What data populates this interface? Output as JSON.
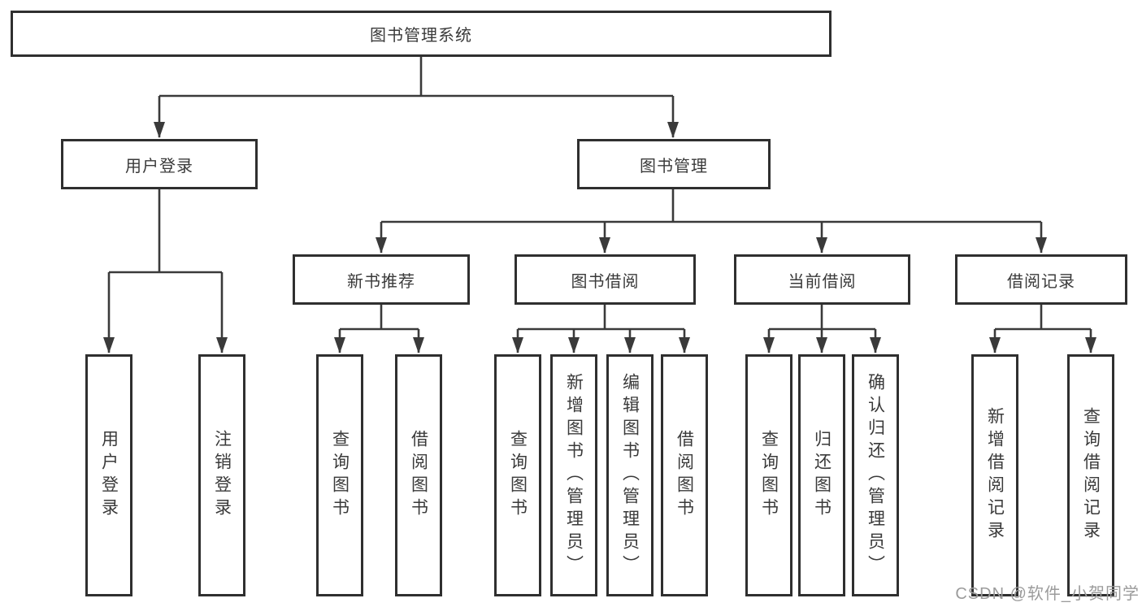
{
  "diagram": {
    "type": "hierarchy",
    "tree": {
      "label": "图书管理系统",
      "children": [
        {
          "label": "用户登录",
          "children": [
            {
              "label": "用户登录"
            },
            {
              "label": "注销登录"
            }
          ]
        },
        {
          "label": "图书管理",
          "children": [
            {
              "label": "新书推荐",
              "children": [
                {
                  "label": "查询图书"
                },
                {
                  "label": "借阅图书"
                }
              ]
            },
            {
              "label": "图书借阅",
              "children": [
                {
                  "label": "查询图书"
                },
                {
                  "label": "新增图书（管理员）"
                },
                {
                  "label": "编辑图书（管理员）"
                },
                {
                  "label": "借阅图书"
                }
              ]
            },
            {
              "label": "当前借阅",
              "children": [
                {
                  "label": "查询图书"
                },
                {
                  "label": "归还图书"
                },
                {
                  "label": "确认归还（管理员）"
                }
              ]
            },
            {
              "label": "借阅记录",
              "children": [
                {
                  "label": "新增借阅记录"
                },
                {
                  "label": "查询借阅记录"
                }
              ]
            }
          ]
        }
      ]
    },
    "colors": {
      "line": "#3a3a3a",
      "box_border": "#2f2f2f",
      "box_fill": "#ffffff",
      "text": "#3a3a3a",
      "watermark": "#9b9b9b"
    }
  },
  "watermark": {
    "text": "CSDN @软件_小贺同学"
  }
}
